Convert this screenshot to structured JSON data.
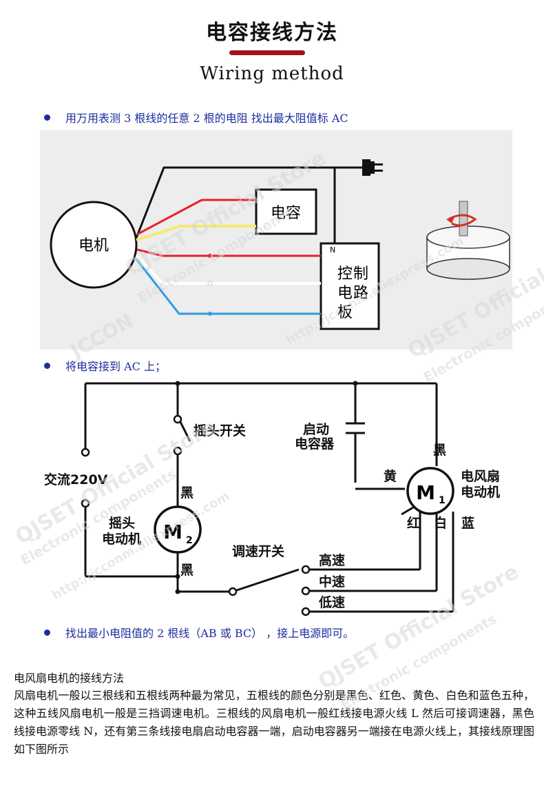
{
  "header": {
    "title_cn": "电容接线方法",
    "title_en": "Wiring method"
  },
  "steps": [
    "用万用表测 3 根线的任意 2 根的电阻 找出最大阻值标 AC",
    "将电容接到 AC 上；",
    "找出最小电阻值的 2 根线（AB 或 BC） ，接上电源即可。"
  ],
  "diagram1": {
    "motor": "电机",
    "capacitor": "电容",
    "control_board": [
      "控",
      "制",
      "电",
      "路",
      "板"
    ],
    "neutral_label": "N",
    "wire_colors": {
      "black": "#111111",
      "red": "#e8202a",
      "yellow": "#f5ea6a",
      "white": "#ffffff",
      "blue": "#2a9be0"
    }
  },
  "diagram2": {
    "ac_label": "交流220V",
    "swing_switch": "摇头开关",
    "start_capacitor": [
      "启动",
      "电容器"
    ],
    "swing_motor": [
      "摇头",
      "电动机"
    ],
    "m2_label": "M",
    "m2_sub": "2",
    "m1_label": "M",
    "m1_sub": "1",
    "fan_motor": [
      "电风扇",
      "电动机"
    ],
    "speed_switch": "调速开关",
    "speeds": [
      "高速",
      "中速",
      "低速"
    ],
    "wire_black": "黑",
    "wire_yellow": "黄",
    "wire_red": "红",
    "wire_white": "白",
    "wire_blue": "蓝"
  },
  "watermarks": [
    "QJSET Official Store",
    "Electronic components",
    "JCCON",
    "http://jcconm.aliexpress.com"
  ],
  "paragraph": {
    "title": "电风扇电机的接线方法",
    "body": "风扇电机一般以三根线和五根线两种最为常见，五根线的颜色分别是黑色、红色、黄色、白色和蓝色五种，这种五线风扇电机一般是三挡调速电机。三根线的风扇电机一般红线接电源火线 L 然后可接调速器，黑色线接电源零线 N，还有第三条线接电扇启动电容器一端，启动电容器另一端接在电源火线上，其接线原理图如下图所示"
  }
}
